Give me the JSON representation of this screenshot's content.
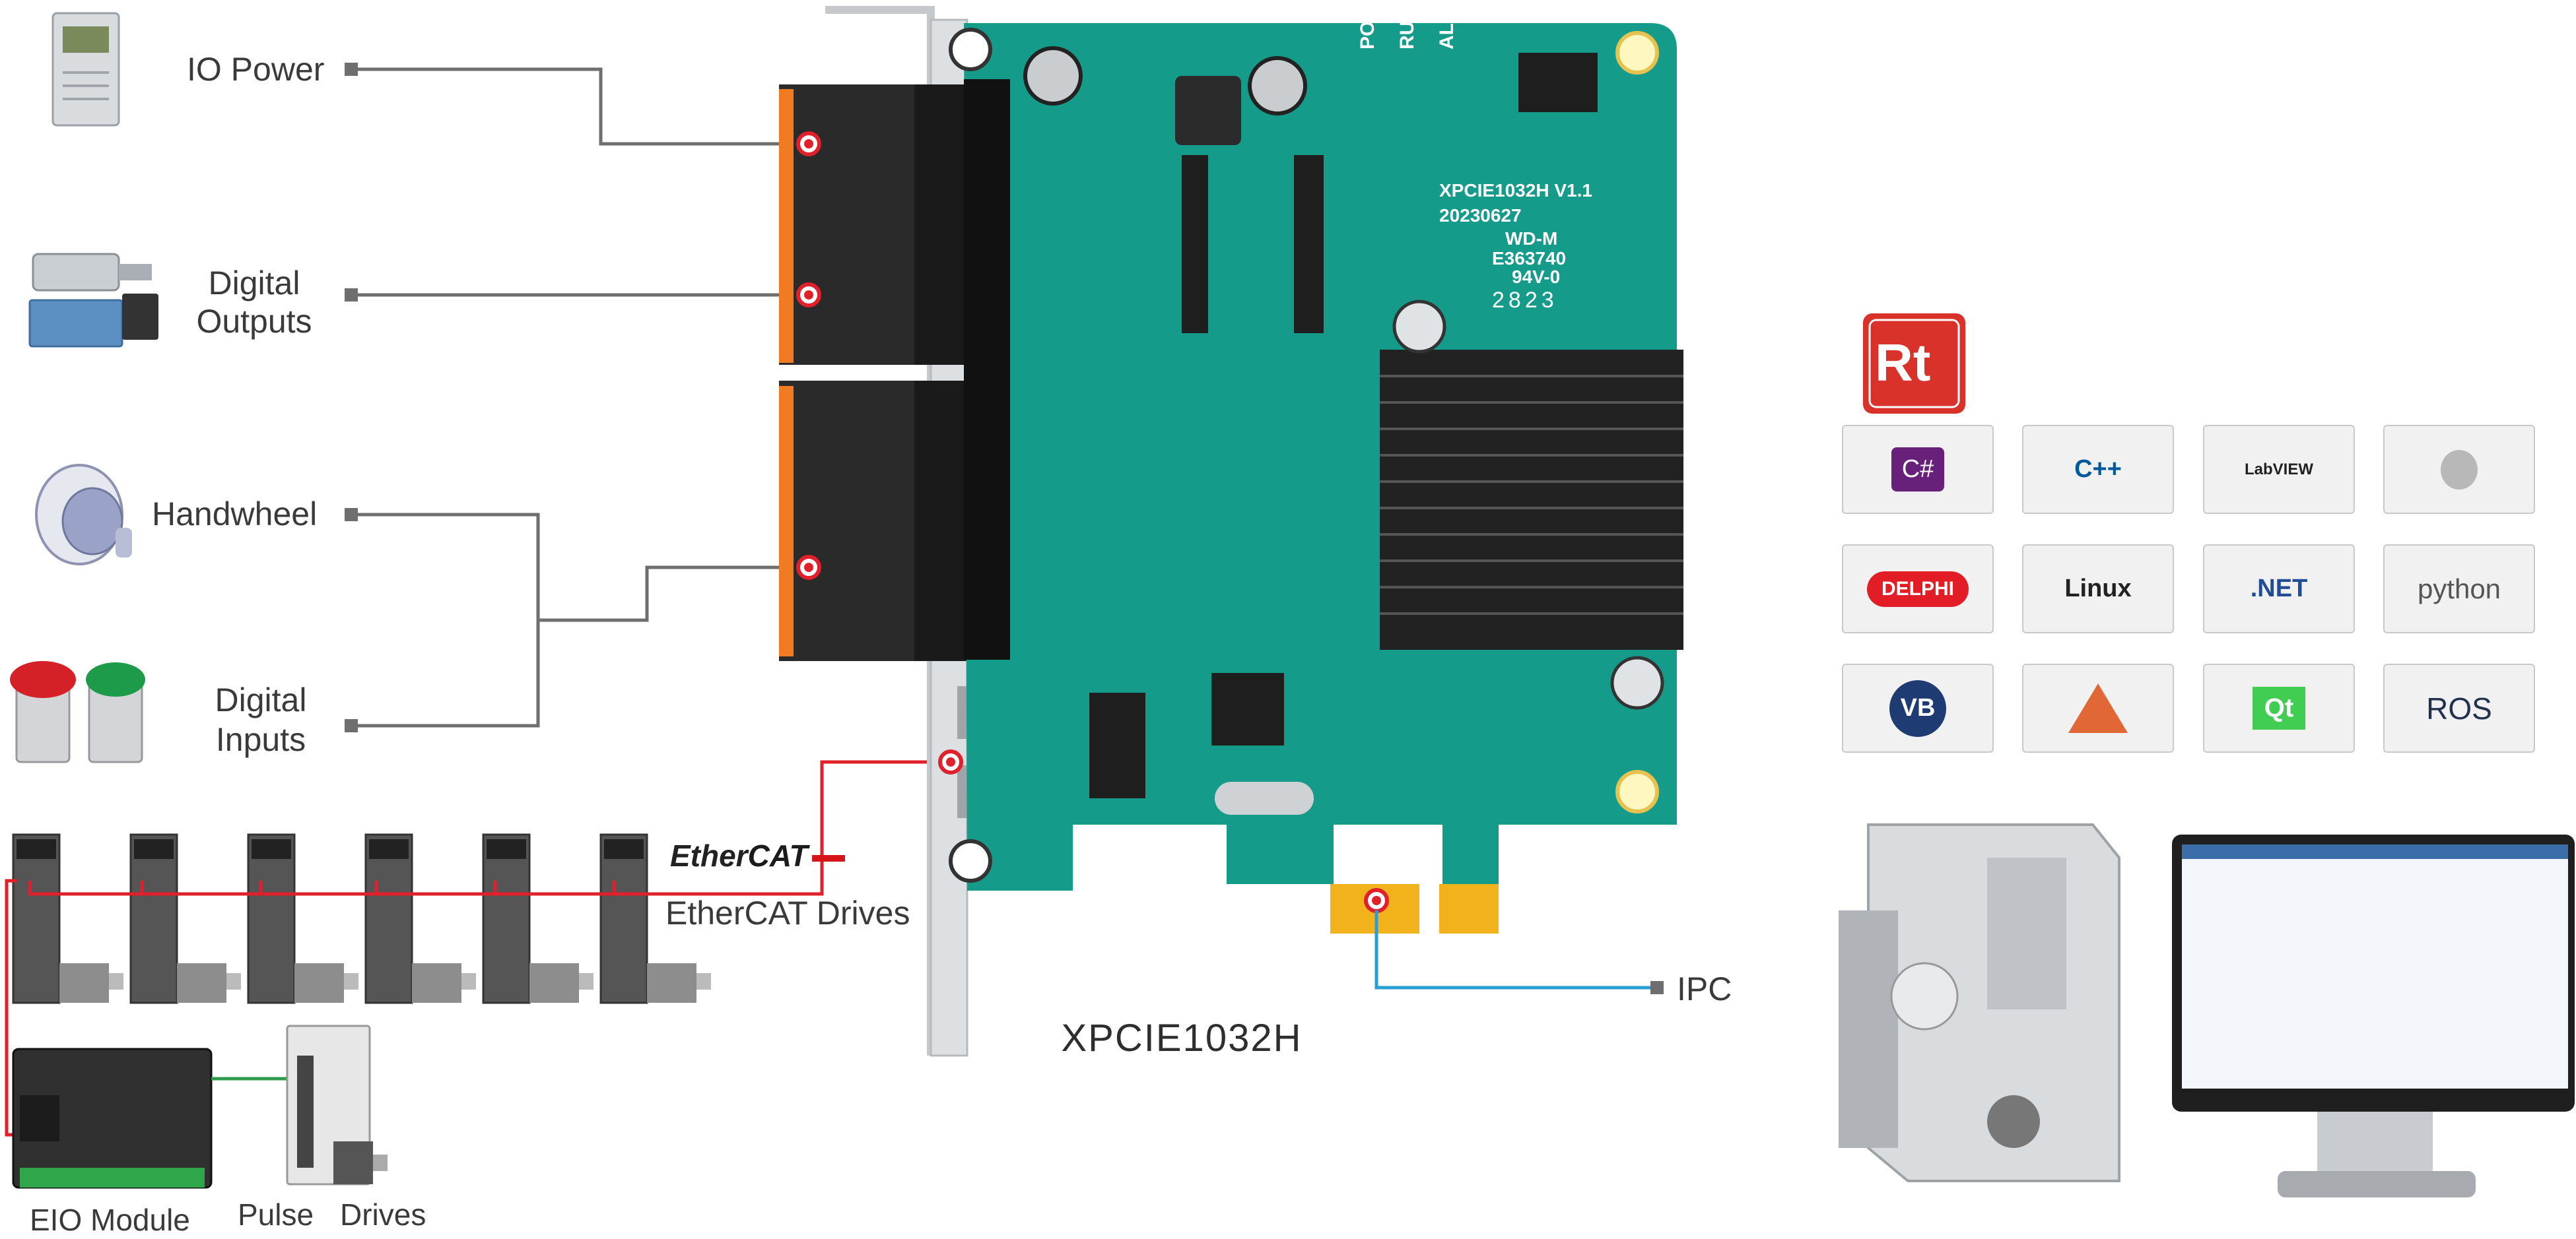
{
  "labels": {
    "io_power": "IO Power",
    "digital_outputs_1": "Digital",
    "digital_outputs_2": "Outputs",
    "handwheel": "Handwheel",
    "digital_inputs_1": "Digital",
    "digital_inputs_2": "Inputs",
    "ethercat_drives": "EtherCAT Drives",
    "eio_module": "EIO Module",
    "pulse": "Pulse",
    "drives": "Drives",
    "ipc": "IPC",
    "product_title": "XPCIE1032H",
    "ethercat_logo_a": "Ether",
    "ethercat_logo_b": "CAT"
  },
  "board_silkscreen": {
    "model": "XPCIE1032H V1.1",
    "date": "20230627",
    "vendor": "WD-M",
    "cert": "E363740",
    "rating": "94V-0",
    "code": "2823",
    "pow": "POW",
    "run": "RUN",
    "alm": "ALM"
  },
  "software_tiles": [
    {
      "name": "csharp",
      "text": "C#"
    },
    {
      "name": "cpp",
      "text": "C++"
    },
    {
      "name": "labview",
      "text": "LabVIEW"
    },
    {
      "name": "apple",
      "text": ""
    },
    {
      "name": "delphi",
      "text": "DELPHI"
    },
    {
      "name": "linux",
      "text": "Linux"
    },
    {
      "name": "dotnet",
      "text": ".NET"
    },
    {
      "name": "python",
      "text": "python"
    },
    {
      "name": "vb",
      "text": "VB"
    },
    {
      "name": "matlab",
      "text": ""
    },
    {
      "name": "qt",
      "text": "Qt"
    },
    {
      "name": "ros",
      "text": "ROS"
    }
  ],
  "rt_logo": "Rt",
  "colors": {
    "pcb": "#159b8a",
    "pcb_dark": "#0d7d6f",
    "connector": "#2a2a2a",
    "terminal": "#f07b22",
    "wire_gray": "#6e6e6e",
    "wire_red": "#e0202b",
    "wire_blue": "#2a9fd6",
    "wire_green": "#2e9b4e",
    "gold": "#f2b21c"
  }
}
